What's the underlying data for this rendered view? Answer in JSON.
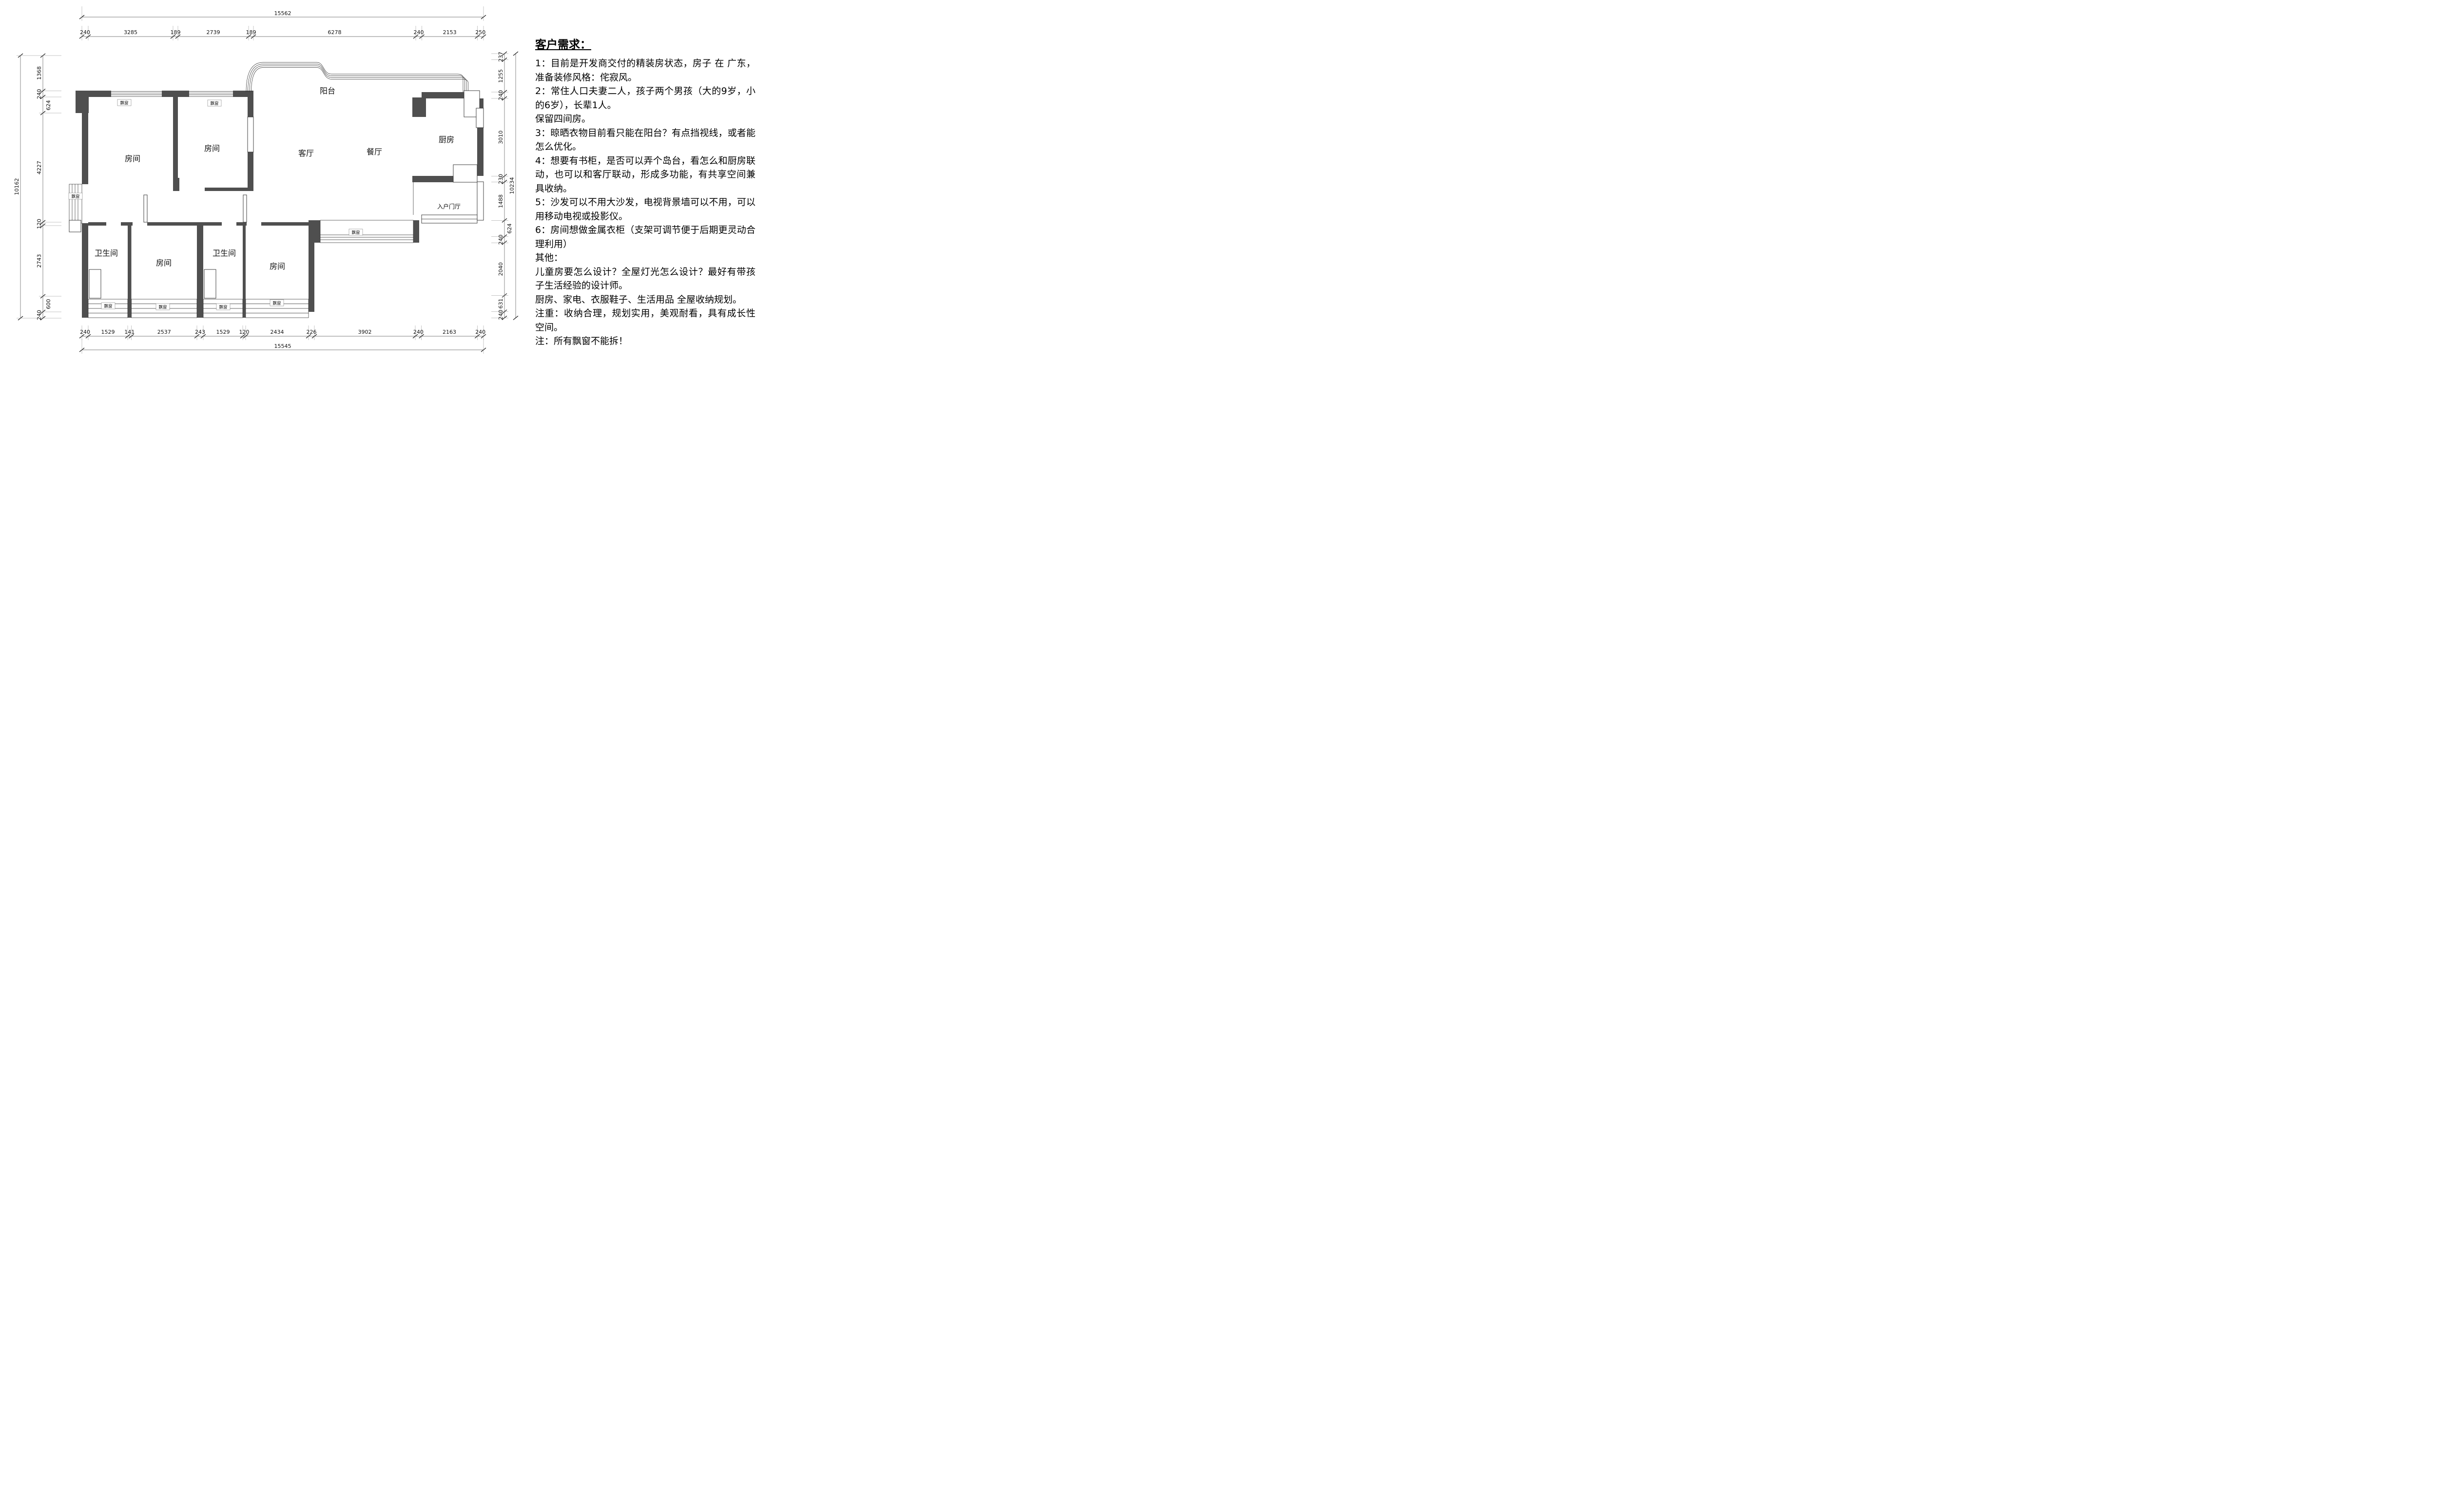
{
  "requirements": {
    "title": "客户需求：",
    "items": [
      "1：目前是开发商交付的精装房状态，房子 在 广东，准备装修风格：侘寂风。",
      "2：常住人口夫妻二人，孩子两个男孩（大的9岁，小的6岁），长辈1人。",
      "保留四间房。",
      "3：晾晒衣物目前看只能在阳台？有点挡视线，或者能怎么优化。",
      "4：想要有书柜，是否可以弄个岛台，看怎么和厨房联动，也可以和客厅联动，形成多功能，有共享空间兼具收纳。",
      "5：沙发可以不用大沙发，电视背景墙可以不用，可以用移动电视或投影仪。",
      "6：房间想做金属衣柜（支架可调节便于后期更灵动合理利用）",
      "其他：",
      "儿童房要怎么设计？全屋灯光怎么设计？最好有带孩子生活经验的设计师。",
      "厨房、家电、衣服鞋子、生活用品 全屋收纳规划。",
      "注重：收纳合理，规划实用，美观耐看，具有成长性空间。",
      "注：所有飘窗不能拆！"
    ]
  },
  "rooms": {
    "balcony": "阳台",
    "kitchen": "厨房",
    "dining": "餐厅",
    "living": "客厅",
    "bedroom": "房间",
    "bathroom": "卫生间",
    "entry": "入户门厅",
    "bay_window": "飘窗"
  },
  "dims": {
    "top_total": "15562",
    "top": [
      "240",
      "3285",
      "189",
      "2739",
      "189",
      "6278",
      "240",
      "2153",
      "250"
    ],
    "bottom": [
      "240",
      "1529",
      "141",
      "2537",
      "243",
      "1529",
      "120",
      "2434",
      "226",
      "3902",
      "240",
      "2163",
      "240"
    ],
    "bottom_total": "15545",
    "left_total": "10162",
    "left": [
      "1368",
      "240",
      "624",
      "4227",
      "120",
      "2743",
      "600",
      "240"
    ],
    "right_total": "10234",
    "right": [
      "237",
      "1255",
      "240",
      "3010",
      "230",
      "1488",
      "624",
      "240",
      "2040",
      "631",
      "240"
    ]
  }
}
